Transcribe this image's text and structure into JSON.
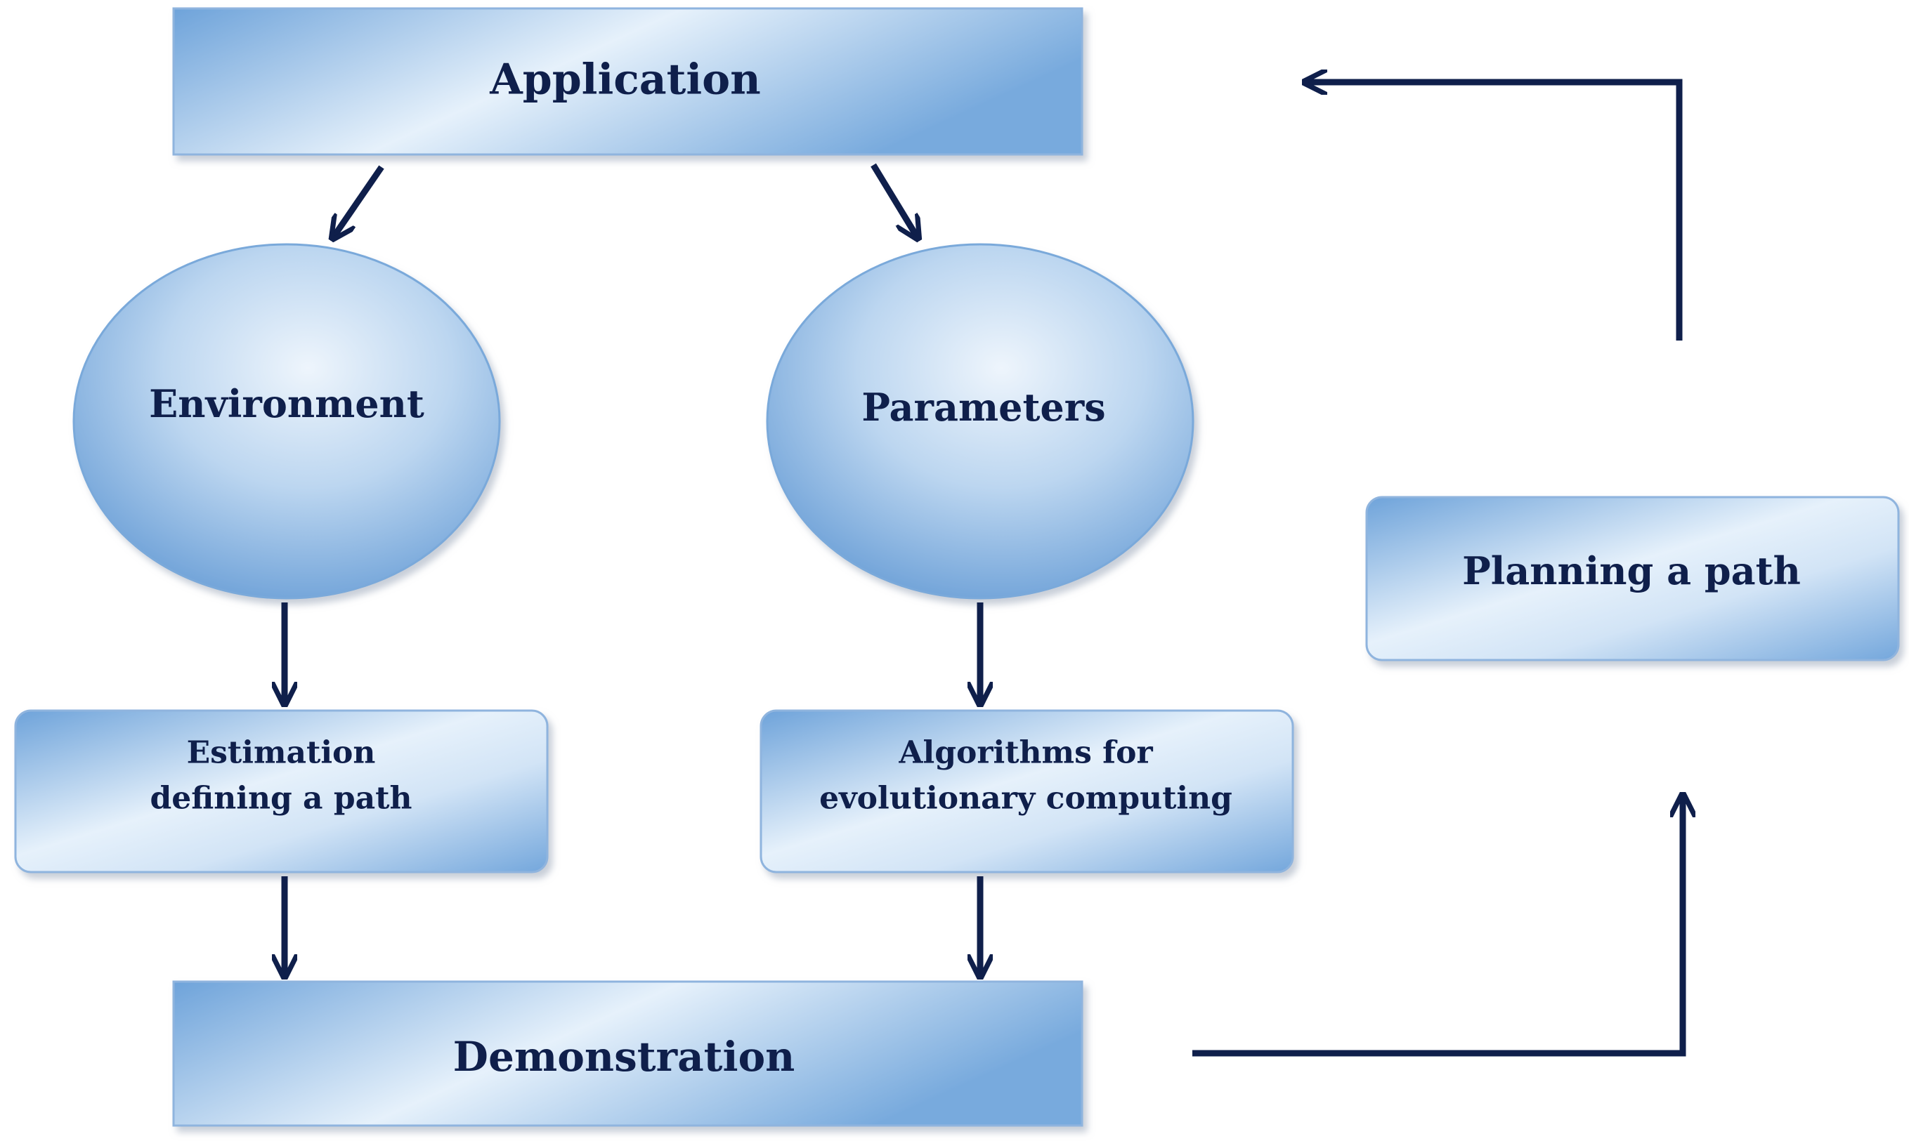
{
  "diagram": {
    "nodes": {
      "application": {
        "label": "Application"
      },
      "environment": {
        "label": "Environment"
      },
      "parameters": {
        "label": "Parameters"
      },
      "estimation": {
        "line1": "Estimation",
        "line2": "defining a path"
      },
      "algorithms": {
        "line1": "Algorithms for",
        "line2": "evolutionary computing"
      },
      "demonstration": {
        "label": "Demonstration"
      },
      "planning": {
        "label": "Planning a path"
      }
    },
    "colors": {
      "arrow": "#0f1f4b",
      "text": "#0f1f4b",
      "fill_dark": "#6ea3da",
      "fill_light": "#e6f1fb",
      "border": "#8fb4de"
    }
  }
}
